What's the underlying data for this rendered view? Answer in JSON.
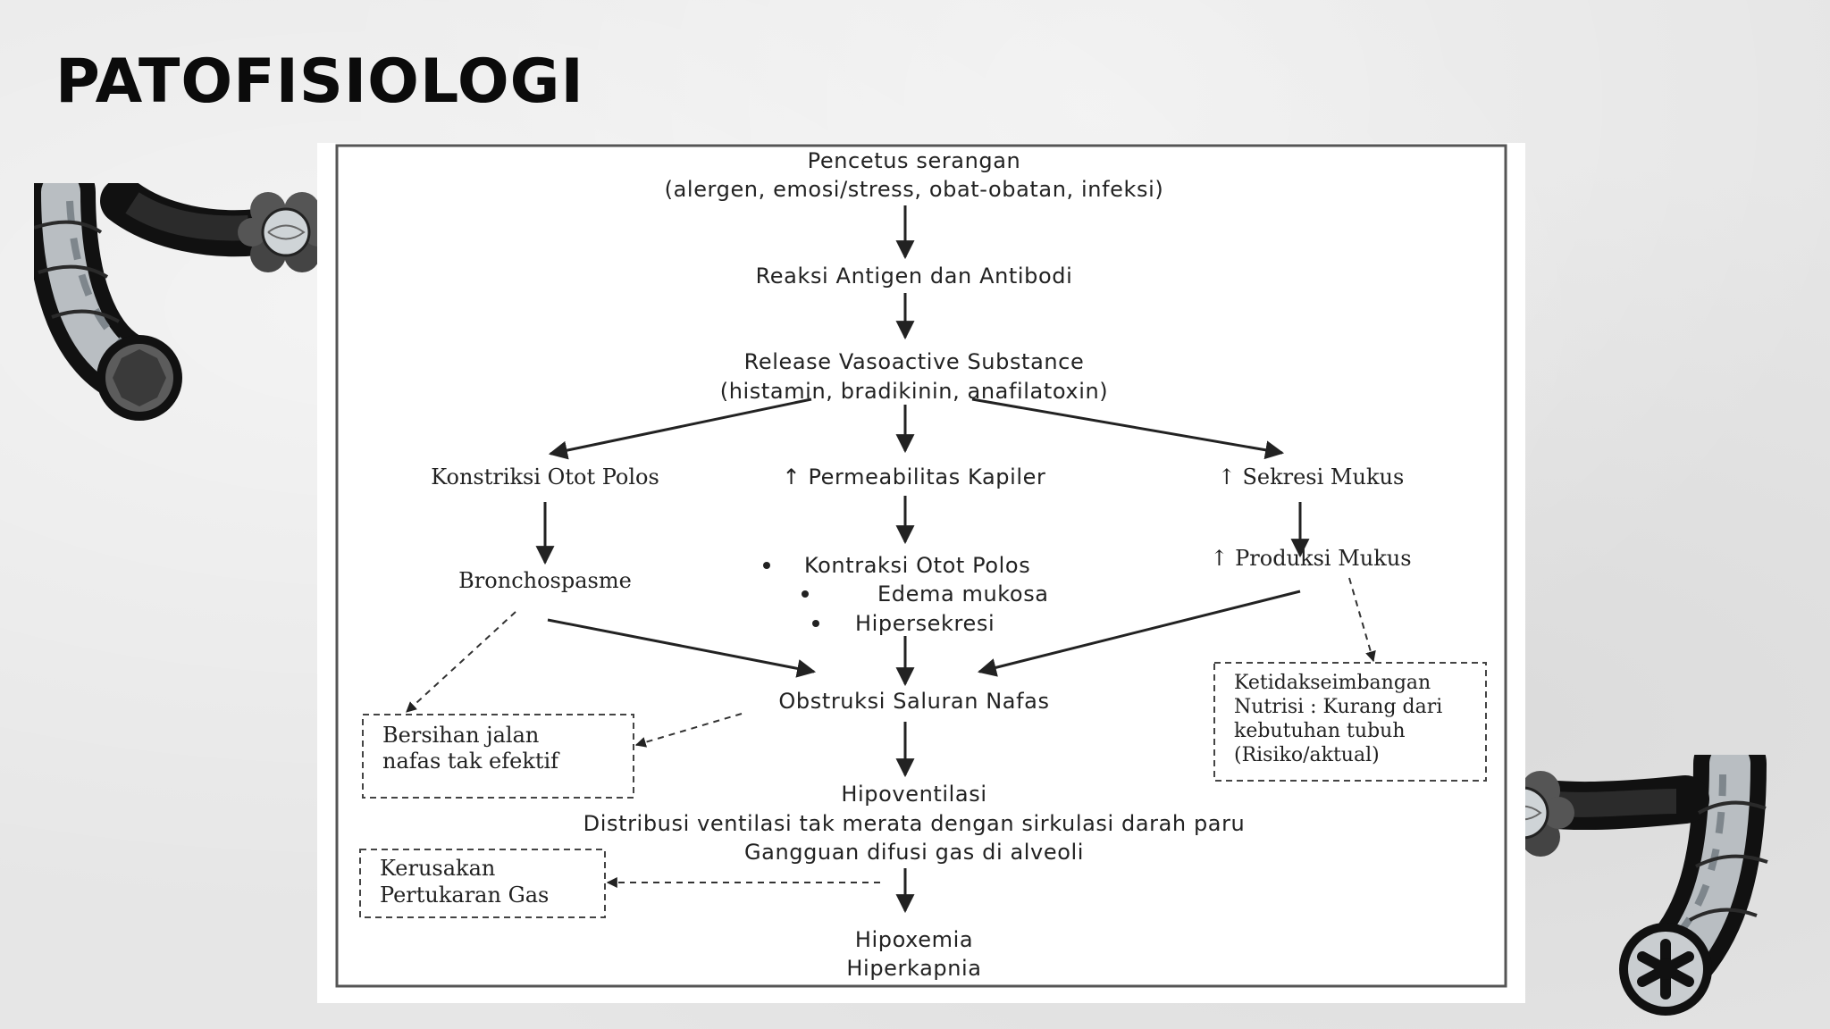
{
  "title": "PATOFISIOLOGI",
  "diagram": {
    "nodes": {
      "trigger_1": "Pencetus serangan",
      "trigger_2": "(alergen, emosi/stress, obat-obatan, infeksi)",
      "antigen": "Reaksi Antigen dan Antibodi",
      "release_1": "Release Vasoactive Substance",
      "release_2": "(histamin, bradikinin, anafilatoxin)",
      "constriction": "Konstriksi Otot Polos",
      "permeability": "↑ Permeabilitas Kapiler",
      "secretion": "↑ Sekresi Mukus",
      "bronchospasm": "Bronchospasme",
      "effects": [
        "Kontraksi Otot Polos",
        "Edema mukosa",
        "Hipersekresi"
      ],
      "mucus_production": "↑ Produksi Mukus",
      "obstruction": "Obstruksi Saluran Nafas",
      "airway_clearance_1": "Bersihan jalan",
      "airway_clearance_2": "nafas tak efektif",
      "nutrition_1": "Ketidakseimbangan",
      "nutrition_2": "Nutrisi : Kurang dari",
      "nutrition_3": "kebutuhan tubuh",
      "nutrition_4": "(Risiko/aktual)",
      "hypoventilation_1": "Hipoventilasi",
      "hypoventilation_2": "Distribusi ventilasi tak merata dengan sirkulasi darah paru",
      "hypoventilation_3": "Gangguan difusi gas di alveoli",
      "gas_exchange_1": "Kerusakan",
      "gas_exchange_2": "Pertukaran Gas",
      "outcome_1": "Hipoxemia",
      "outcome_2": "Hiperkapnia"
    }
  },
  "colors": {
    "ink": "#222222",
    "panel": "#ffffff",
    "background": "#e6e6e6"
  },
  "decorations": [
    "bronchus-illustration-top-left",
    "bronchus-illustration-bottom-right"
  ]
}
